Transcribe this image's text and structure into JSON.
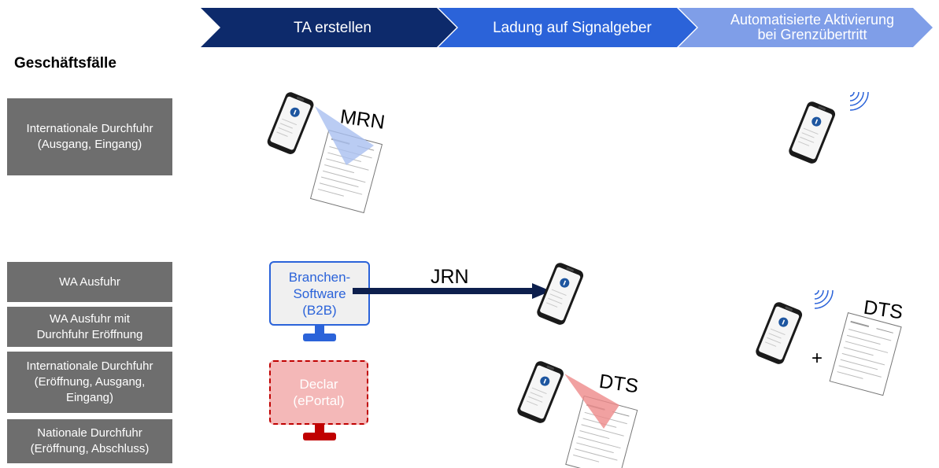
{
  "process_steps": [
    {
      "label": "TA erstellen",
      "color": "#0d2a6b"
    },
    {
      "label": "Ladung auf Signalgeber",
      "color": "#2b63d9"
    },
    {
      "label": "Automatisierte Aktivierung\nbei Grenzübertritt",
      "color": "#7f9ee8"
    }
  ],
  "cases_heading": "Geschäftsfälle",
  "cases": [
    "Internationale Durchfuhr\n(Ausgang, Eingang)",
    "WA Ausfuhr",
    "WA Ausfuhr mit\nDurchfuhr Eröffnung",
    "Internationale Durchfuhr\n(Eröffnung, Ausgang,\nEingang)",
    "Nationale Durchfuhr\n(Eröffnung, Abschluss)"
  ],
  "labels": {
    "mrn": "MRN",
    "jrn": "JRN",
    "dts_scan": "DTS",
    "dts_final": "DTS",
    "plus": "+"
  },
  "systems": {
    "b2b": {
      "label": "Branchen-\nSoftware\n(B2B)",
      "text_color": "#2b63d9",
      "border_color": "#2b63d9",
      "stand_color": "#2b63d9"
    },
    "eportal": {
      "label": "Declar\n(ePortal)",
      "text_color": "#ffffff",
      "border_color": "#c00000",
      "fill_color": "#f4b8b8",
      "stand_color": "#c00000"
    }
  },
  "colors": {
    "arrow": "#0d1f4d",
    "scan_beam_blue": "#a9bff0",
    "scan_beam_red": "#ee8a8a",
    "signal": "#2b63d9",
    "case_box": "#6e6e6e"
  },
  "icons": [
    "smartphone-icon",
    "document-icon",
    "signal-wave-icon",
    "monitor-icon",
    "arrow-icon",
    "scan-beam-icon"
  ]
}
